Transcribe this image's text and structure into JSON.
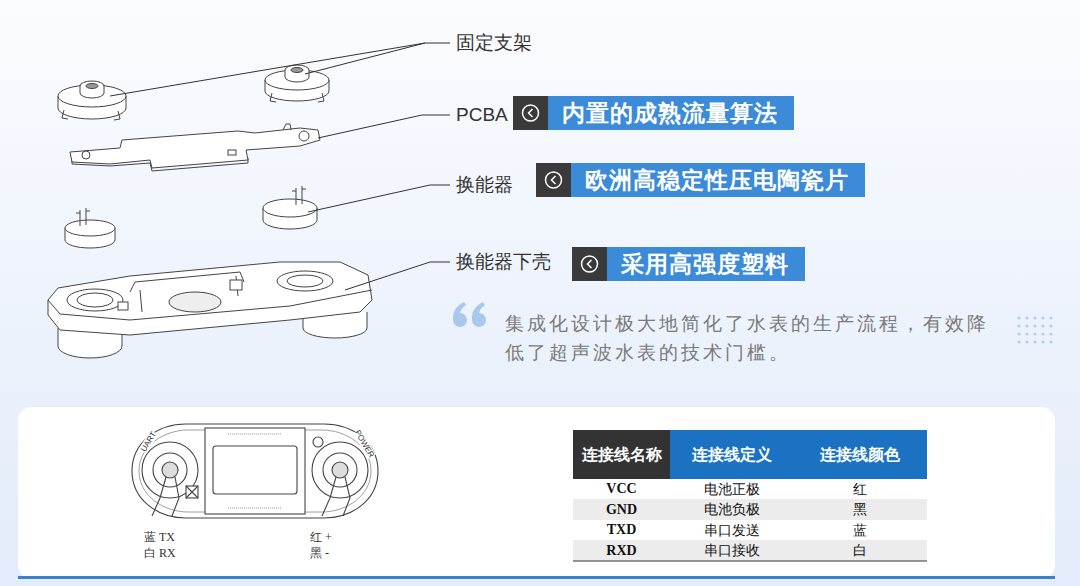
{
  "diagram": {
    "nodes": [
      {
        "text": [
          "内置的成熟流量算法"
        ]
      },
      {
        "text": [
          "欧洲高稳定性压电陶瓷片"
        ]
      },
      {
        "text": [
          "采用高强度塑料"
        ]
      },
      {
        "text": [
          "连接线名称"
        ]
      },
      {
        "text": [
          "连接线定义"
        ]
      },
      {
        "text": [
          "连接线颜色"
        ]
      }
    ],
    "labels": [
      "固定支架",
      "PCBA",
      "换能器",
      "换能器下壳",
      "集成化设计极大地简化了水表的生产流程，有效降低了超声波水表的技术门槛。",
      "UART",
      "POWER",
      "蓝 TX",
      "白 RX",
      "红 +",
      "黑 -",
      "VCC",
      "电池正极",
      "红",
      "GND",
      "电池负极",
      "黑",
      "TXD",
      "串口发送",
      "蓝",
      "RXD",
      "串口接收",
      "白"
    ]
  }
}
